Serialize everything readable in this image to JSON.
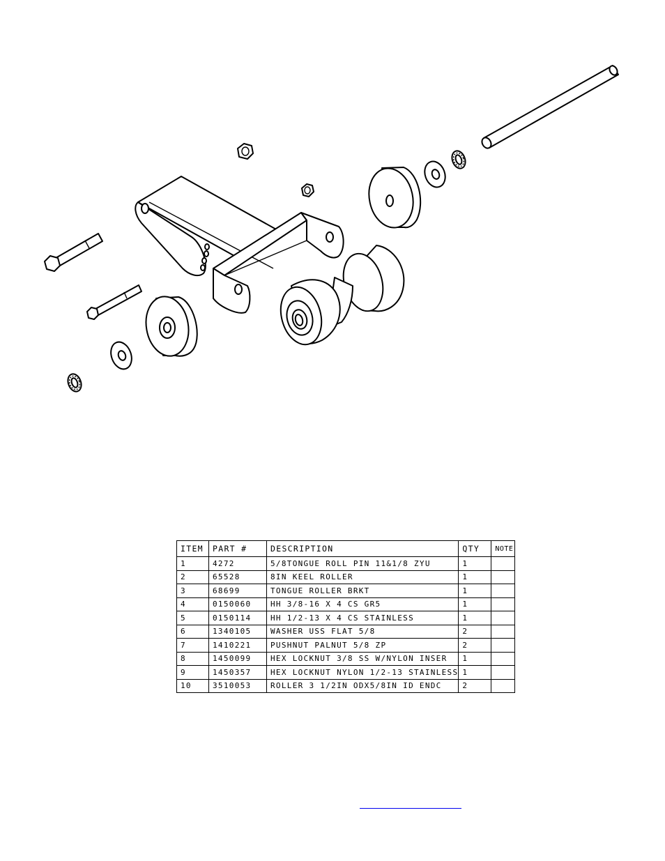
{
  "bom": {
    "headers": [
      "ITEM",
      "PART #",
      "DESCRIPTION",
      "QTY",
      "NOTE"
    ],
    "rows": [
      [
        "1",
        "4272",
        "5/8TONGUE ROLL PIN 11&1/8 ZYU",
        "1",
        ""
      ],
      [
        "2",
        "65528",
        "8IN KEEL ROLLER",
        "1",
        ""
      ],
      [
        "3",
        "68699",
        "TONGUE ROLLER BRKT",
        "1",
        ""
      ],
      [
        "4",
        "0150060",
        "HH 3/8-16 X 4 CS GR5",
        "1",
        ""
      ],
      [
        "5",
        "0150114",
        "HH 1/2-13 X 4 CS STAINLESS",
        "1",
        ""
      ],
      [
        "6",
        "1340105",
        "WASHER USS FLAT 5/8",
        "2",
        ""
      ],
      [
        "7",
        "1410221",
        "PUSHNUT PALNUT 5/8 ZP",
        "2",
        ""
      ],
      [
        "8",
        "1450099",
        "HEX LOCKNUT 3/8 SS W/NYLON INSER",
        "1",
        ""
      ],
      [
        "9",
        "1450357",
        "HEX LOCKNUT NYLON 1/2-13 STAINLESS",
        "1",
        ""
      ],
      [
        "10",
        "3510053",
        "ROLLER  3 1/2IN ODX5/8IN ID ENDC",
        "2",
        ""
      ]
    ]
  },
  "colors": {
    "line": "#000000",
    "link": "#0000ee"
  }
}
